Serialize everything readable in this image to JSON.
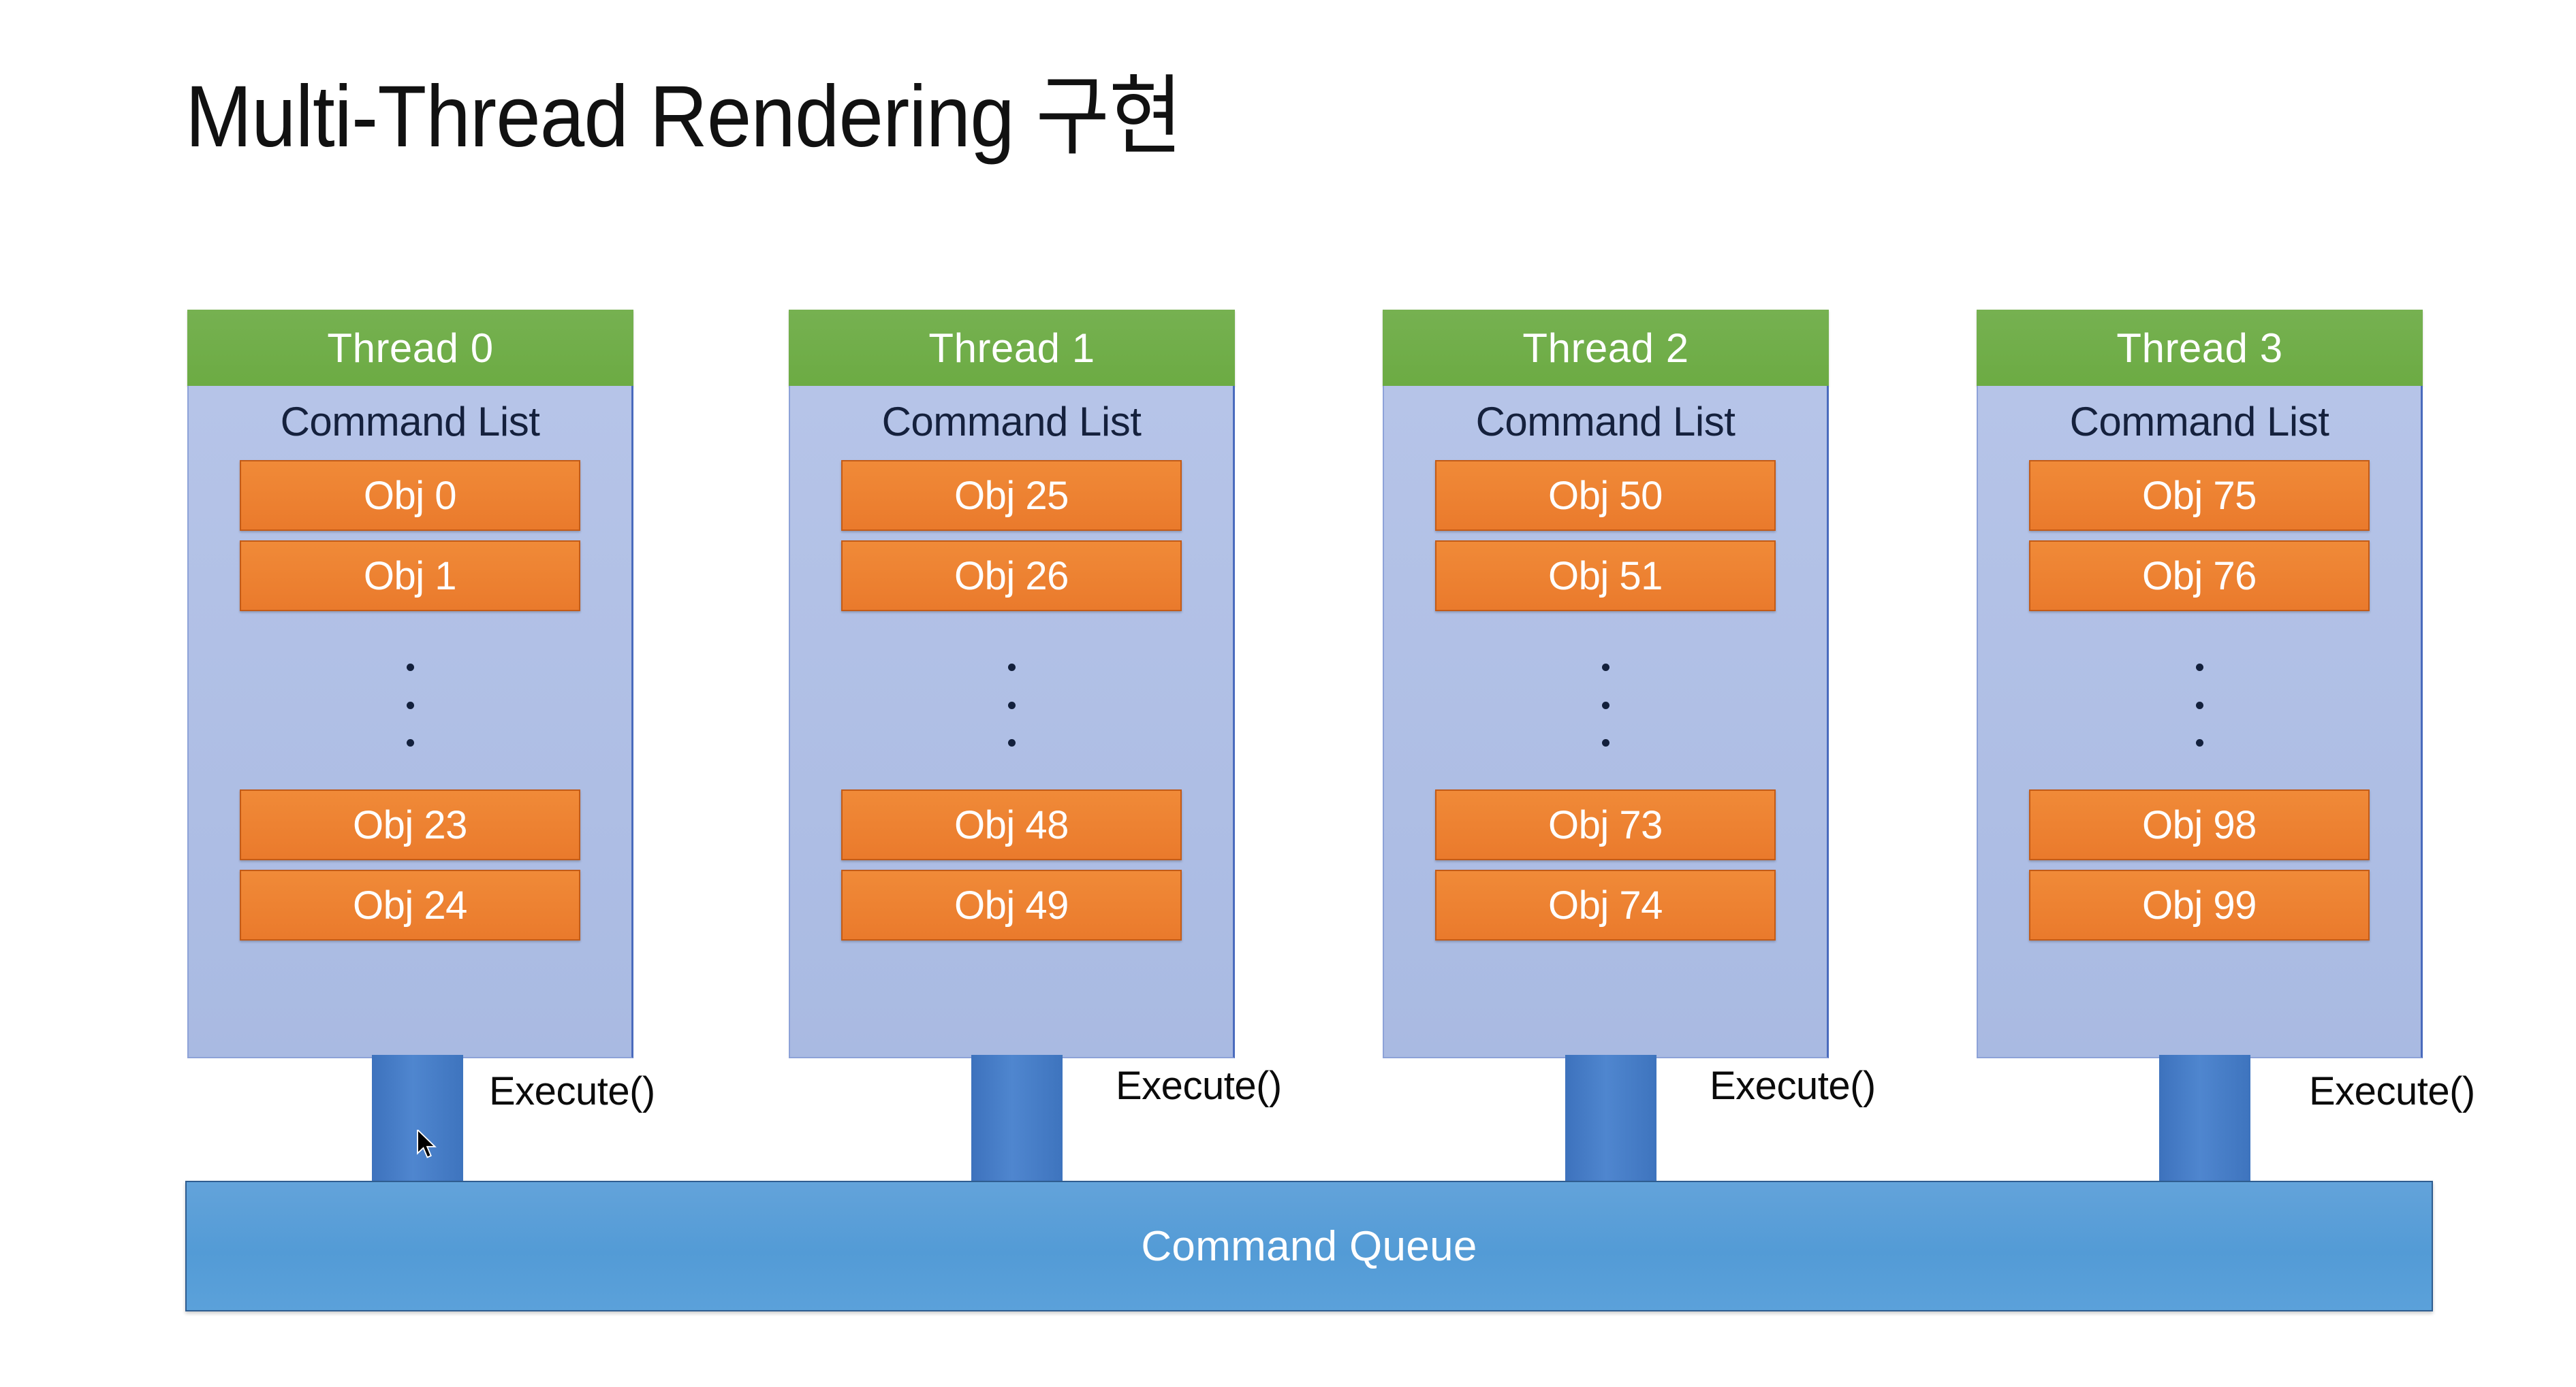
{
  "slide": {
    "title": "Multi-Thread Rendering 구현",
    "background_color": "#ffffff"
  },
  "colors": {
    "thread_header_green": "#70AD47",
    "command_list_blue": "#B4C7E7",
    "obj_orange": "#ED7D31",
    "arrow_blue": "#4277C2",
    "command_queue_blue": "#5B9BD5",
    "header_text": "#ffffff",
    "command_list_text": "#15213D"
  },
  "threads": [
    {
      "header": "Thread 0",
      "list_label": "Command List",
      "objects_top": [
        "Obj 0",
        "Obj 1"
      ],
      "ellipsis": "···",
      "objects_bottom": [
        "Obj 23",
        "Obj 24"
      ],
      "execute_label": "Execute()"
    },
    {
      "header": "Thread 1",
      "list_label": "Command List",
      "objects_top": [
        "Obj 25",
        "Obj 26"
      ],
      "ellipsis": "···",
      "objects_bottom": [
        "Obj 48",
        "Obj 49"
      ],
      "execute_label": "Execute()"
    },
    {
      "header": "Thread 2",
      "list_label": "Command List",
      "objects_top": [
        "Obj 50",
        "Obj 51"
      ],
      "ellipsis": "···",
      "objects_bottom": [
        "Obj 73",
        "Obj 74"
      ],
      "execute_label": "Execute()"
    },
    {
      "header": "Thread 3",
      "list_label": "Command List",
      "objects_top": [
        "Obj 75",
        "Obj 76"
      ],
      "ellipsis": "···",
      "objects_bottom": [
        "Obj 98",
        "Obj 99"
      ],
      "execute_label": "Execute()"
    }
  ],
  "command_queue": {
    "label": "Command Queue"
  }
}
